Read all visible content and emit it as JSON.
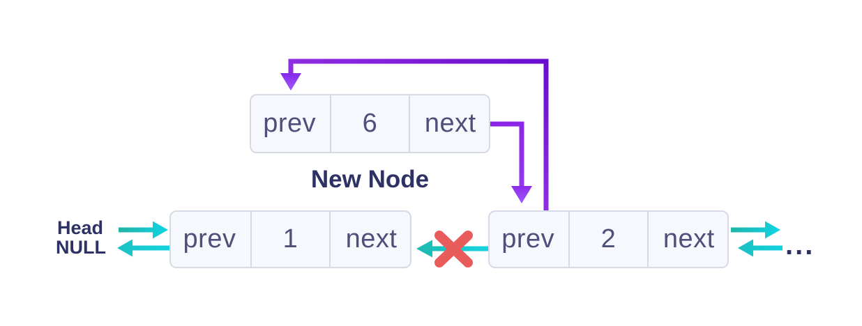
{
  "diagram": {
    "new_node": {
      "prev": "prev",
      "value": "6",
      "next": "next",
      "caption": "New Node"
    },
    "node1": {
      "prev": "prev",
      "value": "1",
      "next": "next"
    },
    "node2": {
      "prev": "prev",
      "value": "2",
      "next": "next"
    },
    "labels": {
      "head": "Head",
      "null": "NULL",
      "ellipsis": "..."
    },
    "colors": {
      "node_fill": "#f7f8fd",
      "node_border": "#d5dae6",
      "cell_text": "#4f4f7a",
      "label_text": "#2e3163",
      "teal": "#1fb5a7",
      "cyan": "#0fd4e5",
      "purple_dark": "#6a0cce",
      "purple_bright": "#8e2de2",
      "purple_light": "#a457ff",
      "red_x": "#e85c5c"
    }
  }
}
